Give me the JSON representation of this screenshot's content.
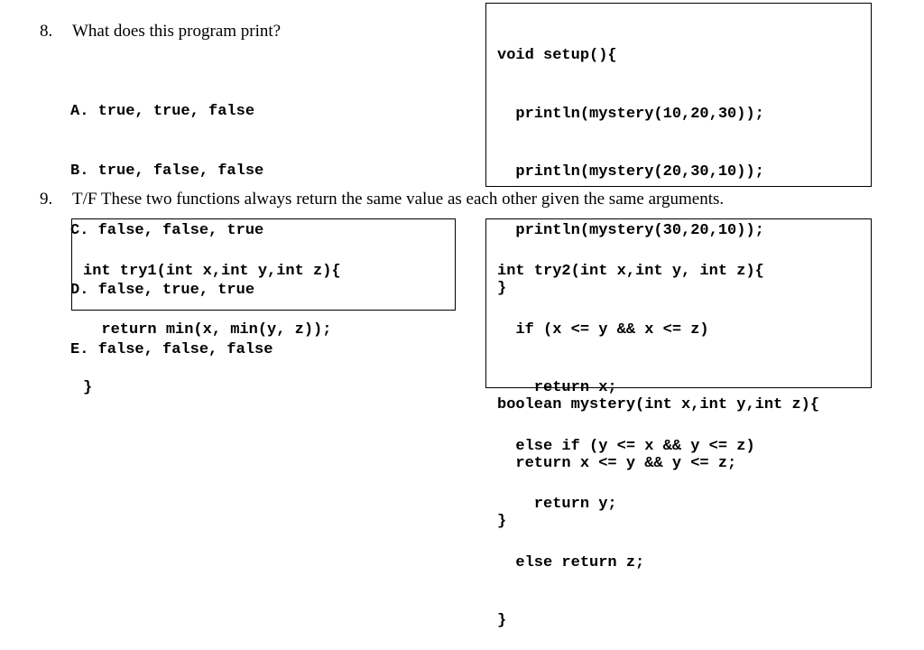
{
  "q8": {
    "number": "8.",
    "question": "What does this program print?",
    "choices": [
      "A. true, true, false",
      "B. true, false, false",
      "C. false, false, true",
      "D. false, true, true",
      "E. false, false, false"
    ],
    "code": [
      "void setup(){",
      "  println(mystery(10,20,30));",
      "  println(mystery(20,30,10));",
      "  println(mystery(30,20,10));",
      "}",
      "",
      "boolean mystery(int x,int y,int z){",
      "  return x <= y && y <= z;",
      "}"
    ]
  },
  "q9": {
    "number": "9.",
    "question": "T/F These two functions always return the same value as each other given the same arguments.",
    "code_left": [
      "int try1(int x,int y,int z){",
      "  return min(x, min(y, z));",
      "}"
    ],
    "code_right": [
      "int try2(int x,int y, int z){",
      "  if (x <= y && x <= z)",
      "    return x;",
      "  else if (y <= x && y <= z)",
      "    return y;",
      "  else return z;",
      "}"
    ]
  }
}
